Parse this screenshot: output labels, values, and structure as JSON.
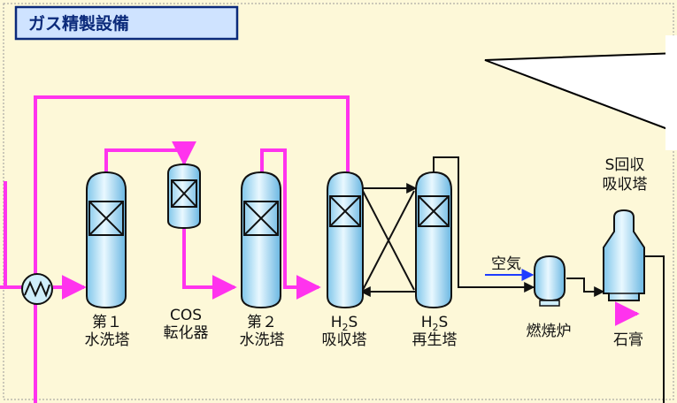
{
  "title": "ガス精製設備",
  "colors": {
    "background": "#fdf8d8",
    "gas_line": "#ff33ee",
    "air_line": "#1e3cff",
    "process_line": "#111111",
    "vessel_fill": "#cfeefb",
    "title_box": "#cfe3ff"
  },
  "units": {
    "wash1": {
      "line1": "第１",
      "line2": "水洗塔"
    },
    "cos": {
      "line1": "COS",
      "line2": "転化器"
    },
    "wash2": {
      "line1": "第２",
      "line2": "水洗塔"
    },
    "h2s_abs": {
      "line1_main": "H",
      "line1_sub": "2",
      "line1_tail": "S",
      "line2": "吸収塔"
    },
    "h2s_regen": {
      "line1_main": "H",
      "line1_sub": "2",
      "line1_tail": "S",
      "line2": "再生塔"
    },
    "furnace": {
      "line1": "燃焼炉"
    },
    "s_recovery": {
      "line1": "S回収",
      "line2": "吸収塔"
    },
    "gypsum": {
      "line1": "石膏"
    },
    "air": {
      "line1": "空気"
    }
  },
  "icons": [
    "heat-exchanger-icon",
    "packed-bed-icon",
    "arrow-icon"
  ]
}
